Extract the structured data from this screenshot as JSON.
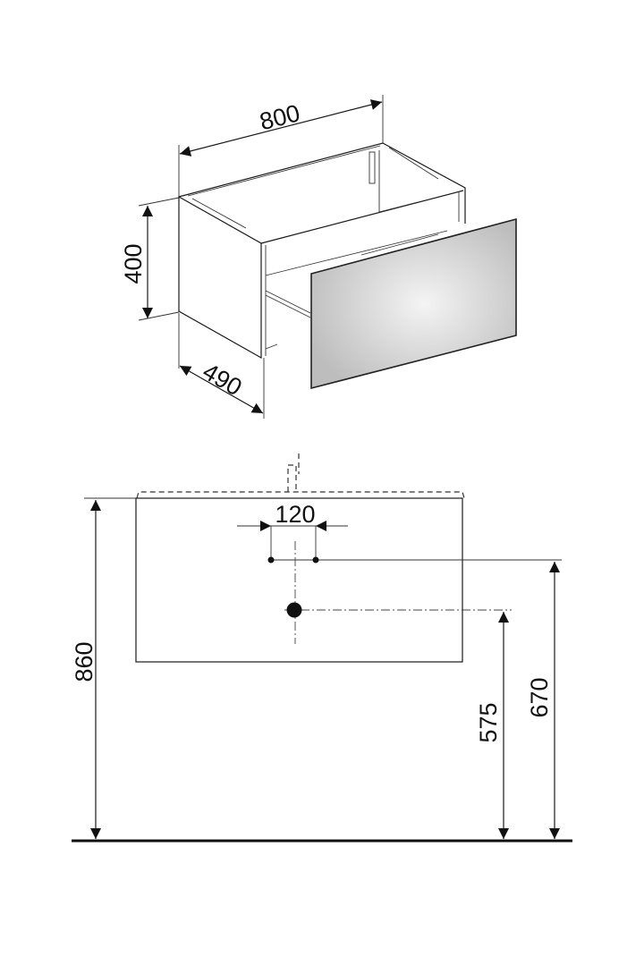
{
  "iso_view": {
    "width_label": "800",
    "height_label": "400",
    "depth_label": "490"
  },
  "front_view": {
    "tap_spacing_label": "120",
    "total_height_label": "860",
    "drain_height_label": "575",
    "tap_height_label": "670"
  }
}
